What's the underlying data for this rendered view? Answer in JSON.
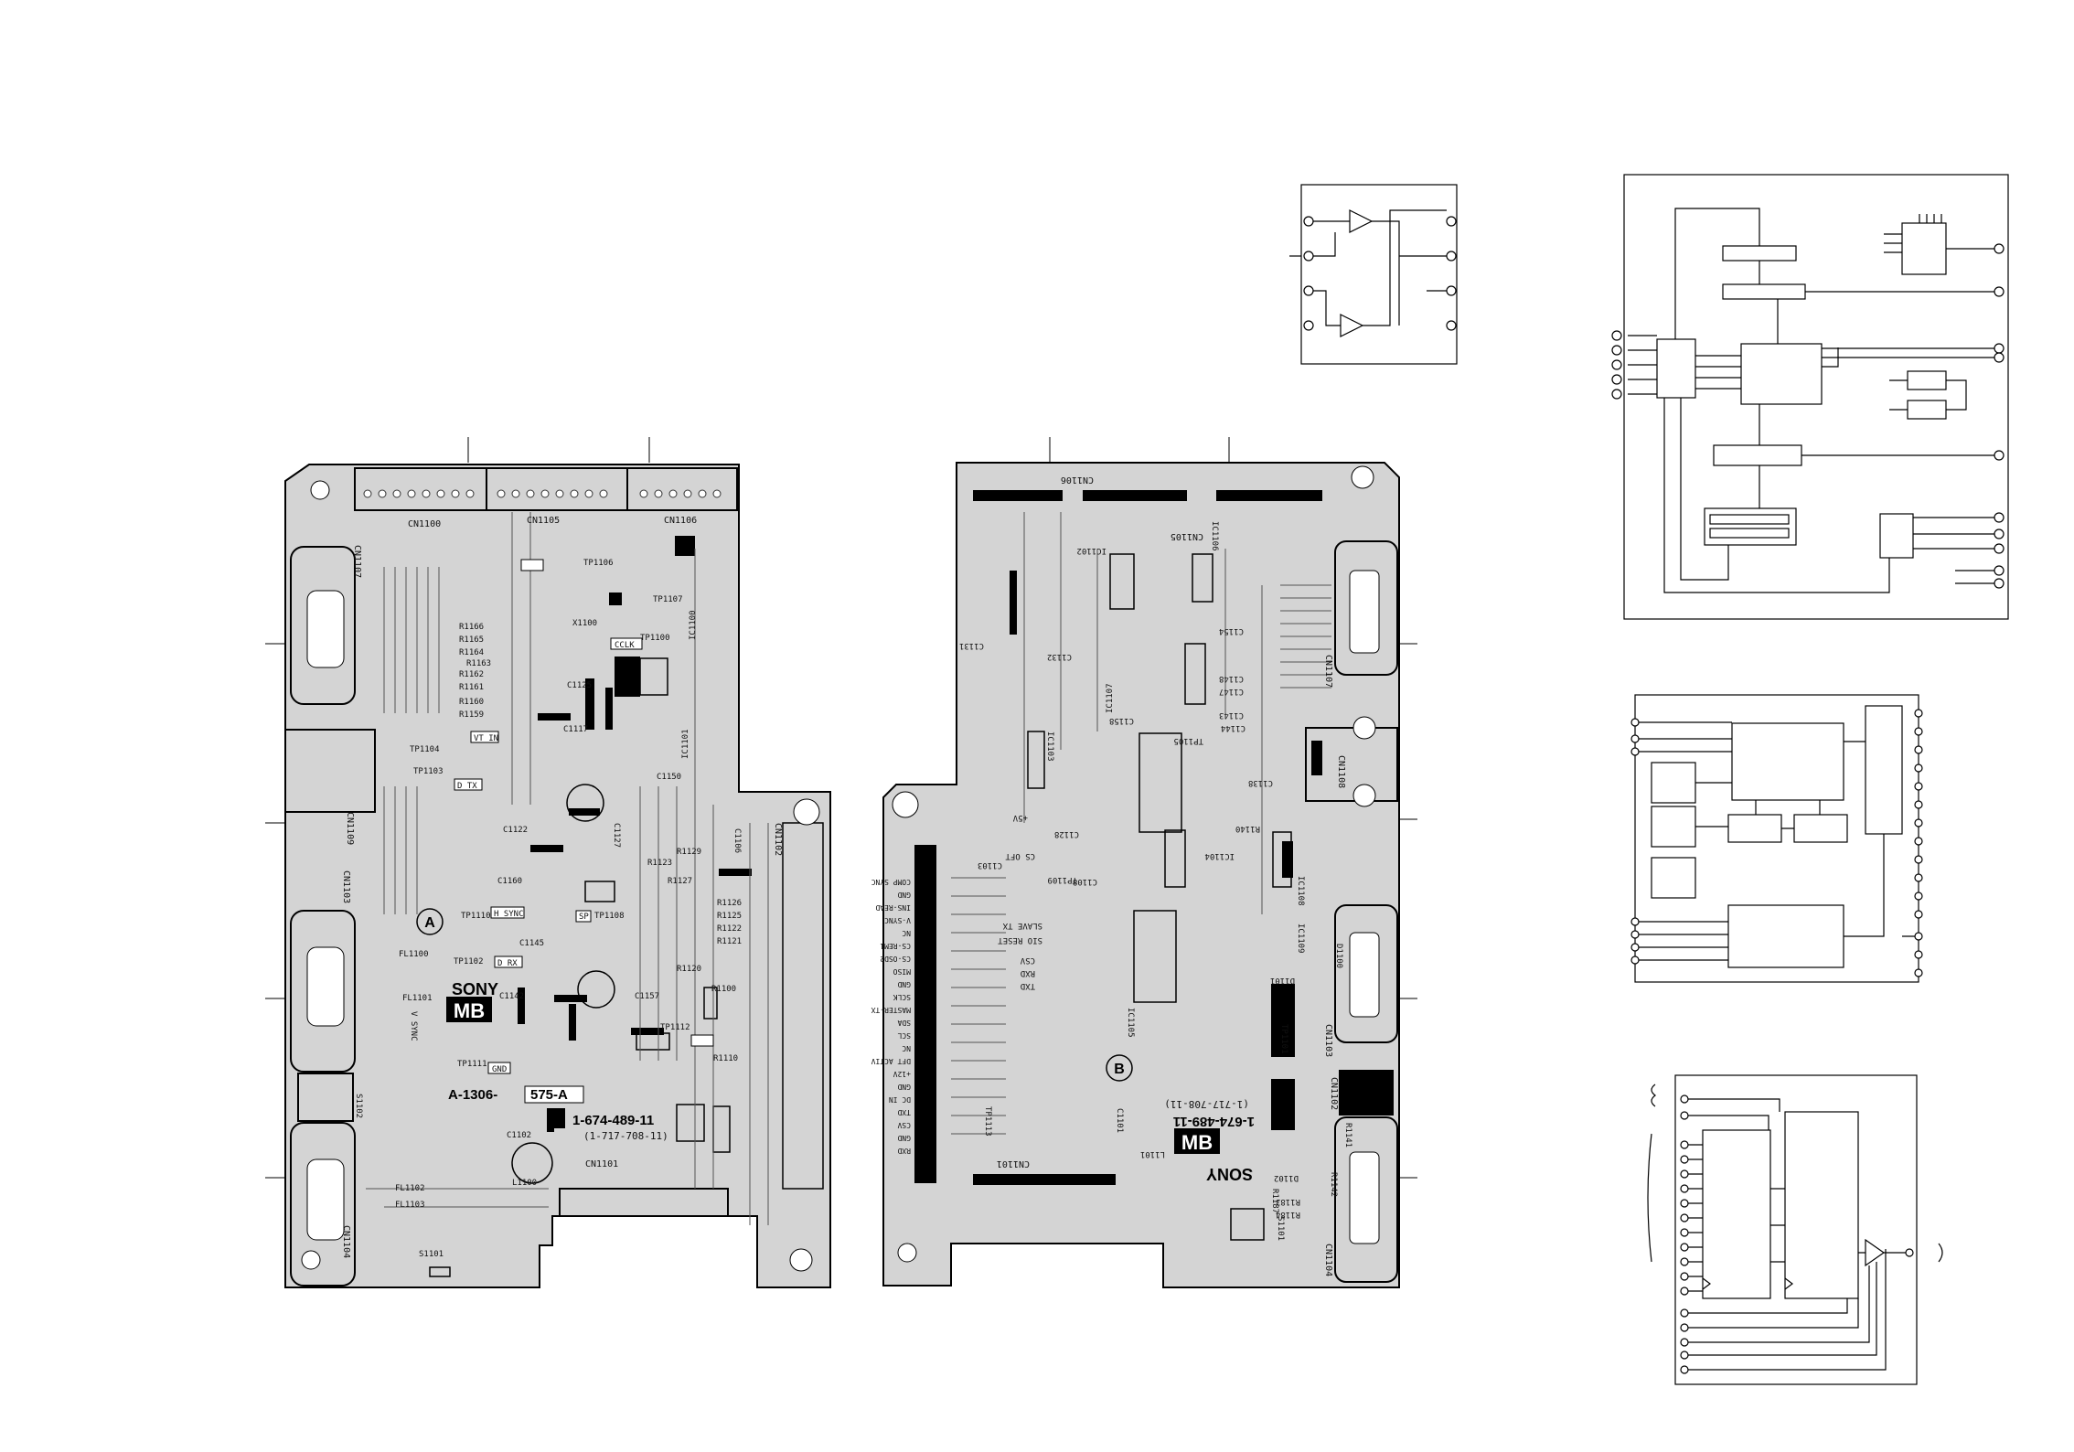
{
  "board_a": {
    "circle_label": "A",
    "part_number": "A-1306-",
    "part_suffix": "575-A",
    "board_number": "1-674-489-11",
    "sub_number": "(1-717-708-11)",
    "brand": "SONY",
    "logo_letters": "MB",
    "connectors": [
      "CN1100",
      "CN1105",
      "CN1106",
      "CN1107",
      "CN1109",
      "CN1103",
      "CN1104",
      "CN1102",
      "CN1101"
    ],
    "labels": [
      {
        "text": "FL1101",
        "id": "fl1101"
      },
      {
        "text": "FL1102",
        "id": "fl1102"
      },
      {
        "text": "FL1103",
        "id": "fl1103"
      },
      {
        "text": "FL1100",
        "id": "fl1100"
      },
      {
        "text": "TP1104",
        "id": "tp1104"
      },
      {
        "text": "TP1103",
        "id": "tp1103"
      },
      {
        "text": "TP1110",
        "id": "tp1110"
      },
      {
        "text": "TP1102",
        "id": "tp1102"
      },
      {
        "text": "TP1111",
        "id": "tp1111"
      },
      {
        "text": "TP1112",
        "id": "tp1112"
      },
      {
        "text": "TP1108",
        "id": "tp1108"
      },
      {
        "text": "TP1107",
        "id": "tp1107"
      },
      {
        "text": "TP1100",
        "id": "tp1100"
      },
      {
        "text": "TP1106",
        "id": "tp1106"
      },
      {
        "text": "X1100",
        "id": "x1100"
      },
      {
        "text": "L1100",
        "id": "l1100"
      },
      {
        "text": "S1101",
        "id": "s1101"
      },
      {
        "text": "S1102",
        "id": "s1102"
      },
      {
        "text": "C1102",
        "id": "c1102"
      },
      {
        "text": "C1117",
        "id": "c1117"
      },
      {
        "text": "C1125",
        "id": "c1125"
      },
      {
        "text": "C1122",
        "id": "c1122"
      },
      {
        "text": "C1127",
        "id": "c1127"
      },
      {
        "text": "C1160",
        "id": "c1160"
      },
      {
        "text": "C1145",
        "id": "c1145"
      },
      {
        "text": "C1142",
        "id": "c1142"
      },
      {
        "text": "C1157",
        "id": "c1157"
      },
      {
        "text": "C1106",
        "id": "c1106"
      },
      {
        "text": "C1150",
        "id": "c1150"
      },
      {
        "text": "R1123",
        "id": "r1123"
      },
      {
        "text": "R1127",
        "id": "r1127"
      },
      {
        "text": "R1129",
        "id": "r1129"
      },
      {
        "text": "R1126",
        "id": "r1126"
      },
      {
        "text": "R1125",
        "id": "r1125"
      },
      {
        "text": "R1122",
        "id": "r1122"
      },
      {
        "text": "R1121",
        "id": "r1121"
      },
      {
        "text": "R1120",
        "id": "r1120"
      },
      {
        "text": "R1100",
        "id": "r1100"
      },
      {
        "text": "R1110",
        "id": "r1110"
      },
      {
        "text": "R1166",
        "id": "r1166"
      },
      {
        "text": "R1165",
        "id": "r1165"
      },
      {
        "text": "R1164",
        "id": "r1164"
      },
      {
        "text": "R1163",
        "id": "r1163"
      },
      {
        "text": "R1162",
        "id": "r1162"
      },
      {
        "text": "R1161",
        "id": "r1161"
      },
      {
        "text": "R1160",
        "id": "r1160"
      },
      {
        "text": "R1159",
        "id": "r1159"
      },
      {
        "text": "H SYNC",
        "id": "hsync"
      },
      {
        "text": "V SYNC",
        "id": "vsync"
      },
      {
        "text": "VT IN",
        "id": "vtin"
      },
      {
        "text": "D TX",
        "id": "dtx"
      },
      {
        "text": "D RX",
        "id": "drx"
      },
      {
        "text": "GND",
        "id": "gnd"
      },
      {
        "text": "CCLK",
        "id": "cclk"
      },
      {
        "text": "SP",
        "id": "sp"
      },
      {
        "text": "IC1100",
        "id": "ic1100"
      },
      {
        "text": "IC1101",
        "id": "ic1101"
      }
    ]
  },
  "board_b": {
    "circle_label": "B",
    "board_number": "1-674-489-11",
    "sub_number": "(1-717-708-11)",
    "brand": "SONY",
    "logo_letters": "MB",
    "connectors": [
      "CN1106",
      "CN1105",
      "CN1107",
      "CN1108",
      "CN1103",
      "CN1102",
      "CN1104",
      "CN1101"
    ],
    "pin_labels": [
      "COMP SYNC",
      "GND",
      "INS-READ",
      "V-SYNC",
      "NC",
      "CS-REM1",
      "CS-OSD2",
      "MISO",
      "GND",
      "SCLK",
      "MASTER-TX",
      "SDA",
      "SCL",
      "NC",
      "DFT ACTIV",
      "+12V",
      "GND",
      "DC IN",
      "TXD",
      "CSV",
      "GND",
      "RXD"
    ],
    "labels": [
      {
        "text": "IC1102",
        "id": "ic1102"
      },
      {
        "text": "IC1103",
        "id": "ic1103"
      },
      {
        "text": "IC1104",
        "id": "ic1104"
      },
      {
        "text": "IC1105",
        "id": "ic1105"
      },
      {
        "text": "IC1106",
        "id": "ic1106"
      },
      {
        "text": "IC1107",
        "id": "ic1107"
      },
      {
        "text": "IC1108",
        "id": "ic1108"
      },
      {
        "text": "IC1109",
        "id": "ic1109"
      },
      {
        "text": "TP1101",
        "id": "tp1101"
      },
      {
        "text": "TP1105",
        "id": "tp1105"
      },
      {
        "text": "TP1109",
        "id": "tp1109"
      },
      {
        "text": "TP1113",
        "id": "tp1113"
      },
      {
        "text": "S1101",
        "id": "s1101"
      },
      {
        "text": "D1100",
        "id": "d1100"
      },
      {
        "text": "D1101",
        "id": "d1101"
      },
      {
        "text": "D1102",
        "id": "d1102"
      },
      {
        "text": "L1101",
        "id": "l1101"
      },
      {
        "text": "R1183",
        "id": "r1183"
      },
      {
        "text": "R1184",
        "id": "r1184"
      },
      {
        "text": "R1187",
        "id": "r1187"
      },
      {
        "text": "R1140",
        "id": "r1140"
      },
      {
        "text": "R1141",
        "id": "r1141"
      },
      {
        "text": "R1142",
        "id": "r1142"
      },
      {
        "text": "C1101",
        "id": "c1101"
      },
      {
        "text": "C1103",
        "id": "c1103"
      },
      {
        "text": "C1108",
        "id": "c1108"
      },
      {
        "text": "C1128",
        "id": "c1128"
      },
      {
        "text": "C1131",
        "id": "c1131"
      },
      {
        "text": "C1132",
        "id": "c1132"
      },
      {
        "text": "C1138",
        "id": "c1138"
      },
      {
        "text": "C1143",
        "id": "c1143"
      },
      {
        "text": "C1144",
        "id": "c1144"
      },
      {
        "text": "C1147",
        "id": "c1147"
      },
      {
        "text": "C1148",
        "id": "c1148"
      },
      {
        "text": "C1154",
        "id": "c1154"
      },
      {
        "text": "C1158",
        "id": "c1158"
      },
      {
        "text": "+5V",
        "id": "p5v"
      },
      {
        "text": "CS OFT",
        "id": "csoft"
      },
      {
        "text": "SLAVE TX",
        "id": "slavetx"
      },
      {
        "text": "SIO RESET",
        "id": "sioreset"
      },
      {
        "text": "CSV",
        "id": "csv"
      },
      {
        "text": "RXD",
        "id": "rxd"
      },
      {
        "text": "TXD",
        "id": "txd"
      }
    ]
  }
}
